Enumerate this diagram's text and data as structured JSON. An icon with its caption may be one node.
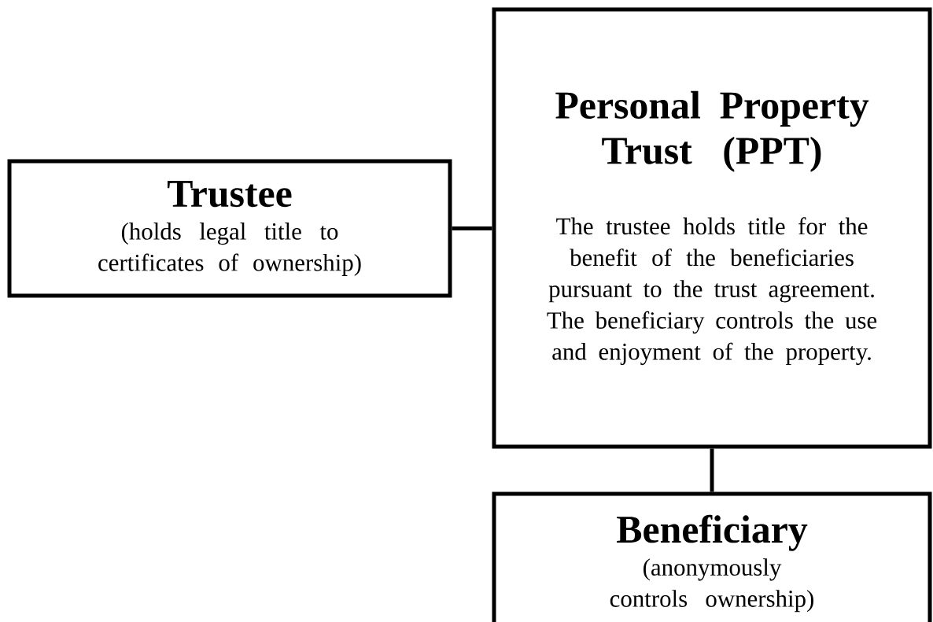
{
  "diagram": {
    "nodes": [
      {
        "text": [
          "Trustee",
          "(holds legal title to certificates of ownership)"
        ]
      },
      {
        "text": [
          "Personal Property Trust (PPT)",
          "The trustee holds title for the benefit of the beneficiaries pursuant to the trust agreement.  The beneficiary controls the use and enjoyment of the property."
        ]
      },
      {
        "text": [
          "Beneficiary",
          "(anonymously controls ownership)"
        ]
      }
    ],
    "edges": [
      {
        "from": 0,
        "to": 1,
        "arrow": "none"
      },
      {
        "from": 1,
        "to": 2,
        "arrow": "none"
      }
    ]
  }
}
